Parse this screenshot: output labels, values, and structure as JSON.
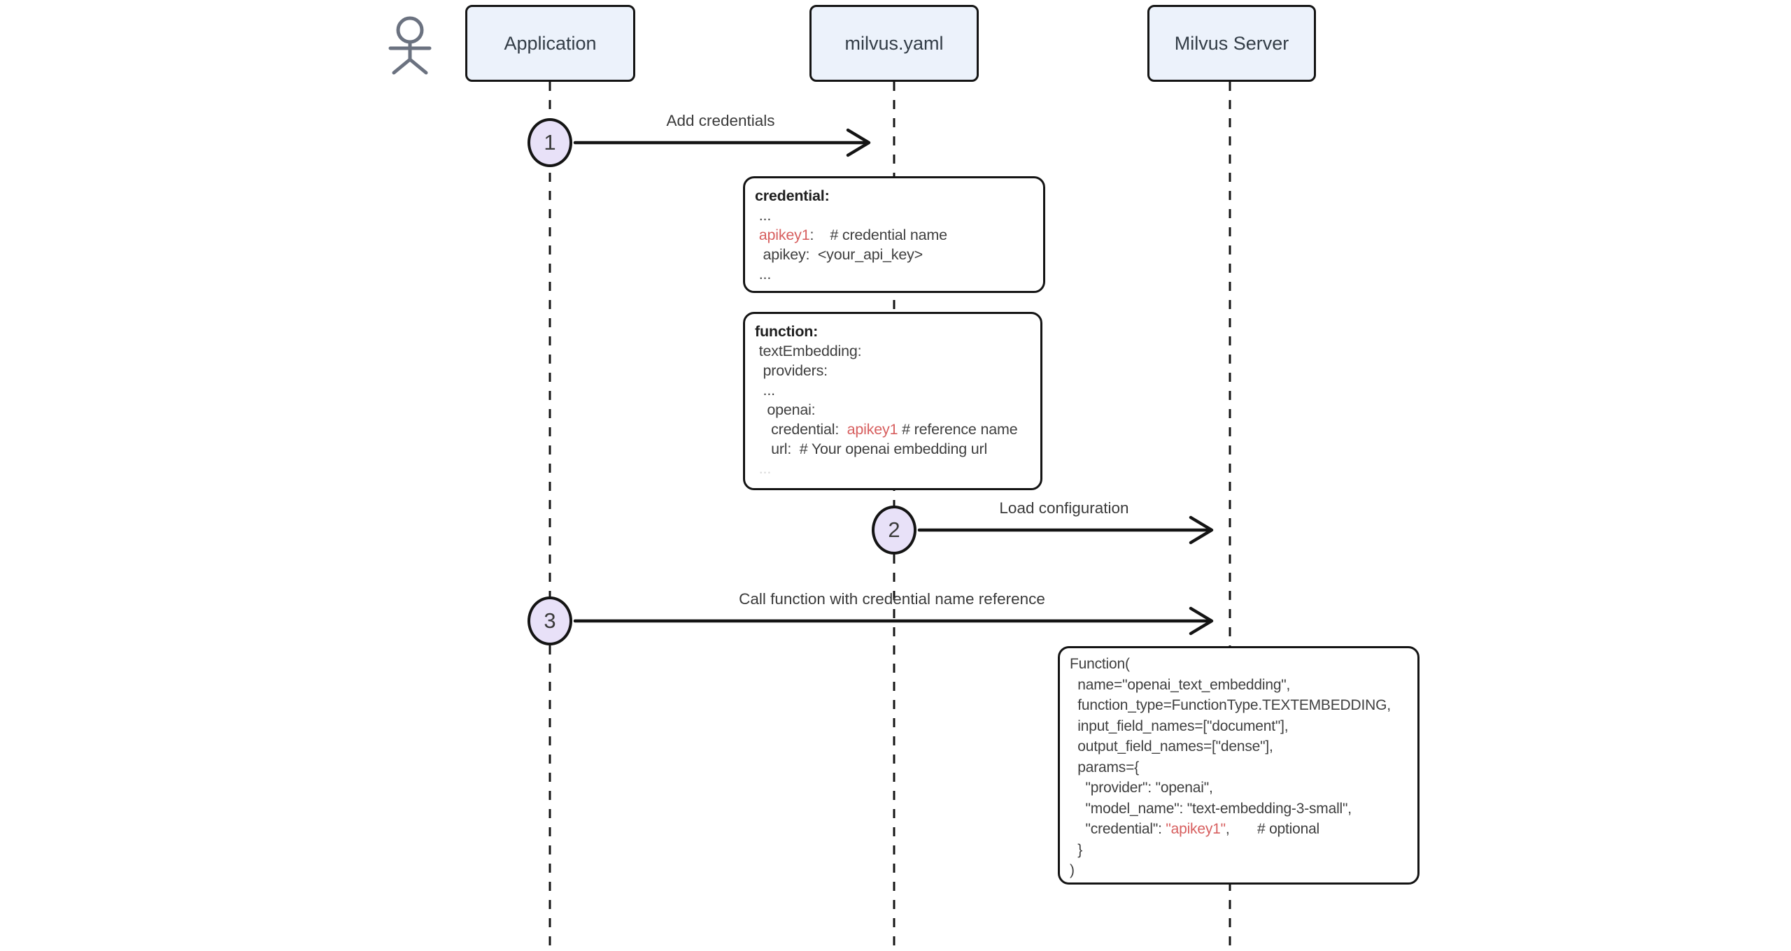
{
  "diagram": {
    "type": "sequence-diagram",
    "colors": {
      "background": "#ffffff",
      "actor_fill": "#ECF2FB",
      "actor_border": "#141414",
      "actor_text": "#333D47",
      "circle_fill": "#E8E1F8",
      "line": "#141414",
      "note_text": "#3F3F3F",
      "red": "#D75F5F",
      "figure": "#6B7280",
      "faint": "#D8D8D8"
    },
    "actors": [
      {
        "id": "application",
        "label": "Application",
        "has_person_icon": true
      },
      {
        "id": "milvus-yaml",
        "label": "milvus.yaml",
        "has_person_icon": false
      },
      {
        "id": "milvus-server",
        "label": "Milvus Server",
        "has_person_icon": false
      }
    ],
    "messages": [
      {
        "number": "1",
        "label": "Add credentials",
        "from": "Application",
        "to": "milvus.yaml"
      },
      {
        "number": "2",
        "label": "Load configuration",
        "from": "milvus.yaml",
        "to": "Milvus Server"
      },
      {
        "number": "3",
        "label": "Call function with credential name reference",
        "from": "Application",
        "to": "Milvus Server"
      }
    ],
    "notes": [
      {
        "id": "credential-yaml",
        "anchor": "milvus.yaml",
        "lines": [
          [
            {
              "t": "credential:",
              "bold": true
            }
          ],
          [
            {
              "t": " ..."
            }
          ],
          [
            {
              "t": " "
            },
            {
              "t": "apikey1",
              "red": true
            },
            {
              "t": ":    # credential name"
            }
          ],
          [
            {
              "t": "  apikey:  <your_api_key>"
            }
          ],
          [
            {
              "t": " ..."
            }
          ]
        ]
      },
      {
        "id": "function-yaml",
        "anchor": "milvus.yaml",
        "lines": [
          [
            {
              "t": "function:",
              "bold": true
            }
          ],
          [
            {
              "t": " textEmbedding:"
            }
          ],
          [
            {
              "t": "  providers:"
            }
          ],
          [
            {
              "t": "  ..."
            }
          ],
          [
            {
              "t": "   openai:"
            }
          ],
          [
            {
              "t": "    credential:  "
            },
            {
              "t": "apikey1",
              "red": true
            },
            {
              "t": " # reference name"
            }
          ],
          [
            {
              "t": "    url:  # Your openai embedding url"
            }
          ],
          [
            {
              "t": " ...",
              "faint": true
            }
          ]
        ]
      },
      {
        "id": "function-call-code",
        "anchor": "Milvus Server",
        "lines": [
          [
            {
              "t": "Function("
            }
          ],
          [
            {
              "t": "  name=\"openai_text_embedding\","
            }
          ],
          [
            {
              "t": "  function_type=FunctionType.TEXTEMBEDDING,"
            }
          ],
          [
            {
              "t": "  input_field_names=[\"document\"],"
            }
          ],
          [
            {
              "t": "  output_field_names=[\"dense\"],"
            }
          ],
          [
            {
              "t": "  params={"
            }
          ],
          [
            {
              "t": "    \"provider\": \"openai\","
            }
          ],
          [
            {
              "t": "    \"model_name\": \"text-embedding-3-small\","
            }
          ],
          [
            {
              "t": "    \"credential\": "
            },
            {
              "t": "\"apikey1\"",
              "red": true
            },
            {
              "t": ",       # optional"
            }
          ],
          [
            {
              "t": "  }"
            }
          ],
          [
            {
              "t": ")"
            }
          ]
        ]
      }
    ]
  }
}
